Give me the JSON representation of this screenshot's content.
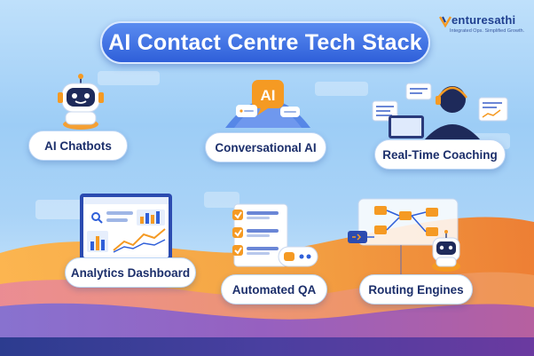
{
  "title": "AI Contact Centre Tech Stack",
  "brand": {
    "name": "enturesathi",
    "tagline": "Integrated Ops. Simplified Growth."
  },
  "features": [
    {
      "label": "AI Chatbots",
      "icon": "robot-icon"
    },
    {
      "label": "Conversational AI",
      "icon": "ai-chat-bubble-icon"
    },
    {
      "label": "Real-Time Coaching",
      "icon": "agent-headset-icon"
    },
    {
      "label": "Analytics Dashboard",
      "icon": "dashboard-chart-icon"
    },
    {
      "label": "Automated QA",
      "icon": "checklist-icon"
    },
    {
      "label": "Routing Engines",
      "icon": "routing-flow-icon"
    }
  ],
  "ai_badge": "AI",
  "colors": {
    "title_blue": "#2f5fd9",
    "label_navy": "#1c2f6b",
    "accent_orange": "#f59a23",
    "wave_purple": "#6b3aa0"
  }
}
